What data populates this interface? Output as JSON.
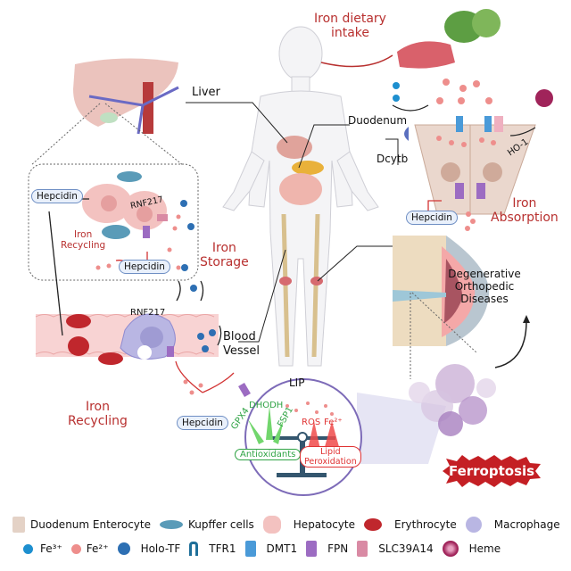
{
  "title": "Iron metabolism and ferroptosis in degenerative orthopedic diseases",
  "labels": {
    "iron_dietary_intake": [
      "Iron dietary",
      "intake"
    ],
    "liver": "Liver",
    "duodenum": "Duodenum",
    "dcytb": "Dcytb",
    "ho1": "HO-1",
    "iron_absorption": [
      "Iron",
      "Absorption"
    ],
    "iron_storage": [
      "Iron",
      "Storage"
    ],
    "iron_recycling_small": [
      "Iron",
      "Recycling"
    ],
    "iron_recycling_large": [
      "Iron",
      "Recycling"
    ],
    "rnf217_liver": "RNF217",
    "rnf217_macrophage": "RNF217",
    "blood_vessel": [
      "Blood",
      "Vessel"
    ],
    "lip": "LIP",
    "dhodh": "DHODH",
    "gpx4": "GPX4",
    "fsp1": "FSP1",
    "ros": "ROS",
    "fe2_plus": "Fe²⁺",
    "antioxidants": "Antioxidants",
    "lipid_peroxidation": [
      "Lipid",
      "Peroxidation"
    ],
    "degenerative": [
      "Degenerative",
      "Orthopedic",
      "Diseases"
    ],
    "ferroptosis": "Ferroptosis"
  },
  "hepcidin_labels": [
    "Hepcidin",
    "Hepcidin",
    "Hepcidin",
    "Hepcidin"
  ],
  "legend": {
    "row1": [
      {
        "icon": "duodenum-enterocyte-icon",
        "label": "Duodenum Enterocyte",
        "color": "#d9c0b0"
      },
      {
        "icon": "kupffer-cell-icon",
        "label": "Kupffer cells",
        "color": "#5a9bb8"
      },
      {
        "icon": "hepatocyte-icon",
        "label": "Hepatocyte",
        "color": "#f3c2c0"
      },
      {
        "icon": "erythrocyte-icon",
        "label": "Erythrocyte",
        "color": "#c0272d"
      },
      {
        "icon": "macrophage-icon",
        "label": "Macrophage",
        "color": "#b9b6e3"
      }
    ],
    "row2": [
      {
        "icon": "fe3-icon",
        "label": "Fe³⁺",
        "color": "#1d8fcf"
      },
      {
        "icon": "fe2-icon",
        "label": "Fe²⁺",
        "color": "#ee8e8c"
      },
      {
        "icon": "holo-tf-icon",
        "label": "Holo-TF",
        "color": "#2d6fb3"
      },
      {
        "icon": "tfr1-icon",
        "label": "TFR1",
        "color": "#1f6f99"
      },
      {
        "icon": "dmt1-icon",
        "label": "DMT1",
        "color": "#4a9ad8"
      },
      {
        "icon": "fpn-icon",
        "label": "FPN",
        "color": "#9c6cc2"
      },
      {
        "icon": "slc39a14-icon",
        "label": "SLC39A14",
        "color": "#d98aa4"
      },
      {
        "icon": "heme-icon",
        "label": "Heme",
        "color": "#a0245a"
      }
    ]
  },
  "colors": {
    "red_text": "#b8302f",
    "green_text": "#2fa344",
    "pill_border": "#6f8fc4",
    "vessel_bg": "#f8d3d3",
    "lip_circle": "#7d6bb8",
    "ferroptosis": "#c41f24"
  }
}
